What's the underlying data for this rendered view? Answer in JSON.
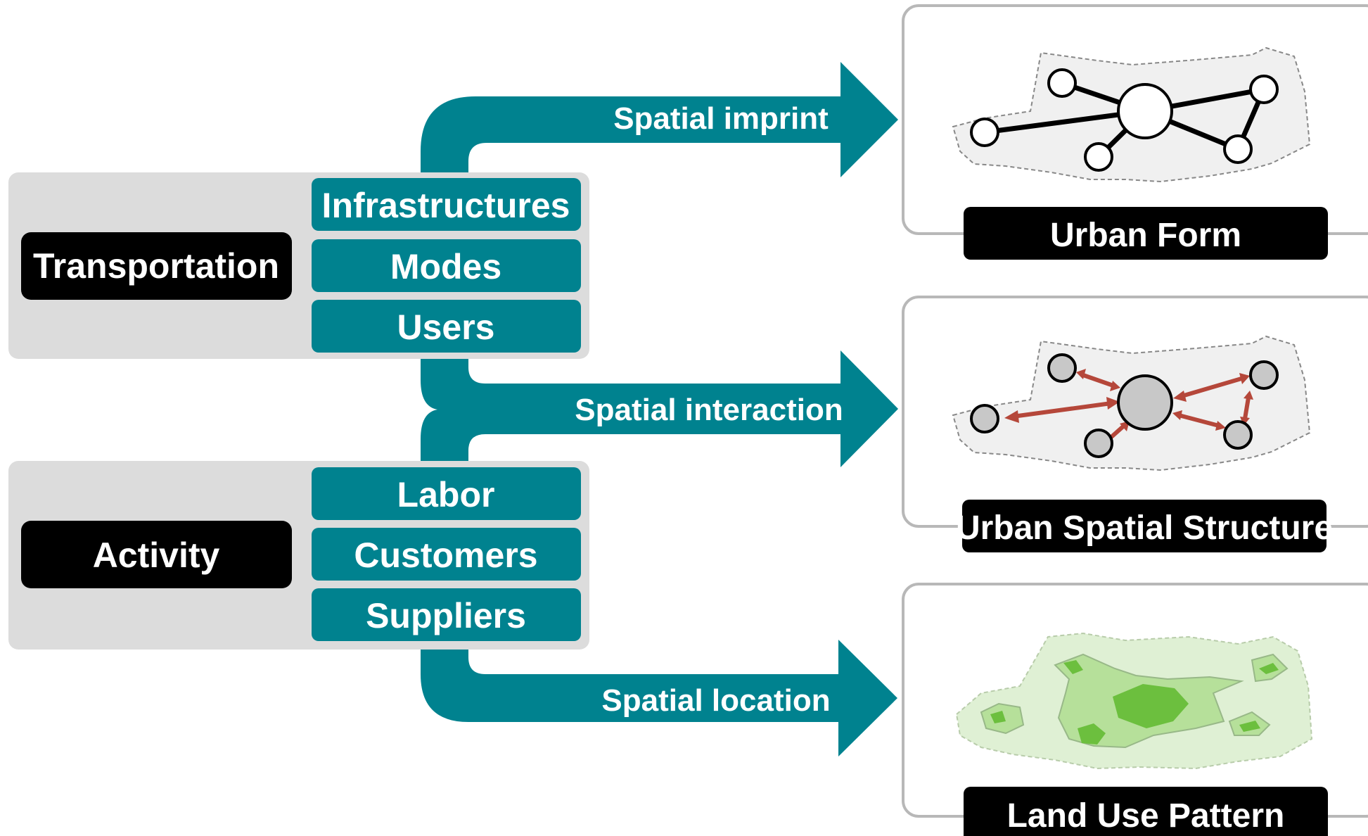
{
  "colors": {
    "teal": "#00828f",
    "group_bg": "#dcdcdc",
    "black_label": "#000000",
    "panel_border": "#b8b8b8",
    "region_fill": "#f0f0f0",
    "node_gray": "#c8c8c8",
    "arrow_red": "#b5473a",
    "green_outer": "#dff0d4",
    "green_mid": "#b6e09a",
    "green_inner": "#6cbf3e"
  },
  "groups": [
    {
      "title": "Transportation",
      "items": [
        "Infrastructures",
        "Modes",
        "Users"
      ]
    },
    {
      "title": "Activity",
      "items": [
        "Labor",
        "Customers",
        "Suppliers"
      ]
    }
  ],
  "flows": [
    {
      "label": "Spatial imprint",
      "target": "Urban Form"
    },
    {
      "label": "Spatial interaction",
      "target": "Urban Spatial Structure"
    },
    {
      "label": "Spatial location",
      "target": "Land Use Pattern"
    }
  ],
  "panels": [
    {
      "title": "Urban Form",
      "icon": "network-graph-icon"
    },
    {
      "title": "Urban Spatial Structure",
      "icon": "spatial-interaction-icon"
    },
    {
      "title": "Land Use Pattern",
      "icon": "land-use-map-icon"
    }
  ]
}
